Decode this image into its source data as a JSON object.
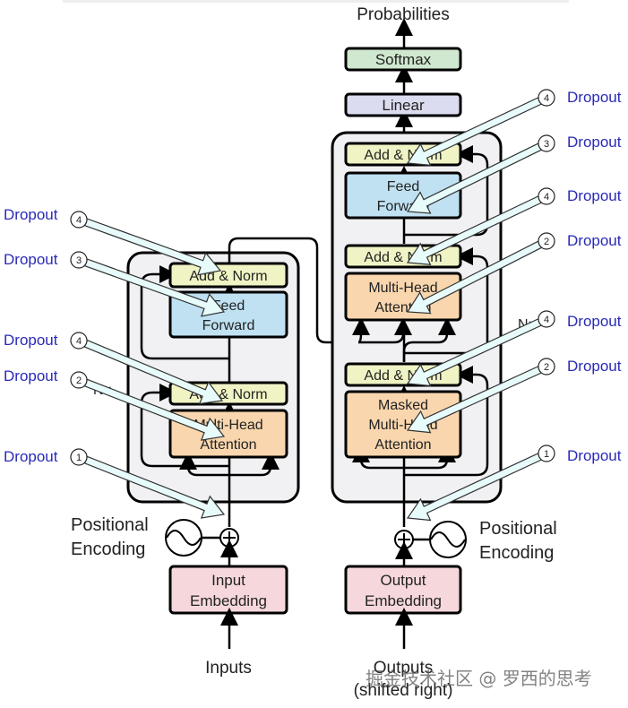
{
  "title": "Transformer architecture with dropout locations",
  "colors": {
    "softmax": "#cfe8cf",
    "linear": "#dcdcf0",
    "add_norm": "#f0f3c4",
    "feed_forward": "#bfe1f2",
    "attention": "#f9d6ae",
    "embedding": "#f6d8dc",
    "stack_bg": "#f1f1f3",
    "dropout_text": "#2a2ab8",
    "dropout_arrow": "#e8fbfb"
  },
  "output": {
    "probabilities": "Probabilities",
    "softmax": "Softmax",
    "linear": "Linear"
  },
  "encoder": {
    "repeat": "N×",
    "add_norm_top": "Add & Norm",
    "feed_forward": [
      "Feed",
      "Forward"
    ],
    "add_norm_bottom": "Add & Norm",
    "attention": [
      "Multi-Head",
      "Attention"
    ],
    "positional": [
      "Positional",
      "Encoding"
    ],
    "embedding": [
      "Input",
      "Embedding"
    ],
    "inputs": "Inputs"
  },
  "decoder": {
    "repeat": "N×",
    "add_norm_top": "Add & Norm",
    "feed_forward": [
      "Feed",
      "Forward"
    ],
    "add_norm_mid": "Add & Norm",
    "cross_attention": [
      "Multi-Head",
      "Attention"
    ],
    "add_norm_bottom": "Add & Norm",
    "masked_attention": [
      "Masked",
      "Multi-Head",
      "Attention"
    ],
    "positional": [
      "Positional",
      "Encoding"
    ],
    "embedding": [
      "Output",
      "Embedding"
    ],
    "outputs": [
      "Outputs",
      "(shifted right)"
    ]
  },
  "dropout_labels": {
    "left": [
      {
        "label": "Dropout",
        "num": "4"
      },
      {
        "label": "Dropout",
        "num": "3"
      },
      {
        "label": "Dropout",
        "num": "4"
      },
      {
        "label": "Dropout",
        "num": "2"
      },
      {
        "label": "Dropout",
        "num": "1"
      }
    ],
    "right": [
      {
        "label": "Dropout",
        "num": "4"
      },
      {
        "label": "Dropout",
        "num": "3"
      },
      {
        "label": "Dropout",
        "num": "4"
      },
      {
        "label": "Dropout",
        "num": "2"
      },
      {
        "label": "Dropout",
        "num": "4"
      },
      {
        "label": "Dropout",
        "num": "2"
      },
      {
        "label": "Dropout",
        "num": "1"
      }
    ]
  },
  "watermark": "掘金技术社区 @ 罗西的思考"
}
